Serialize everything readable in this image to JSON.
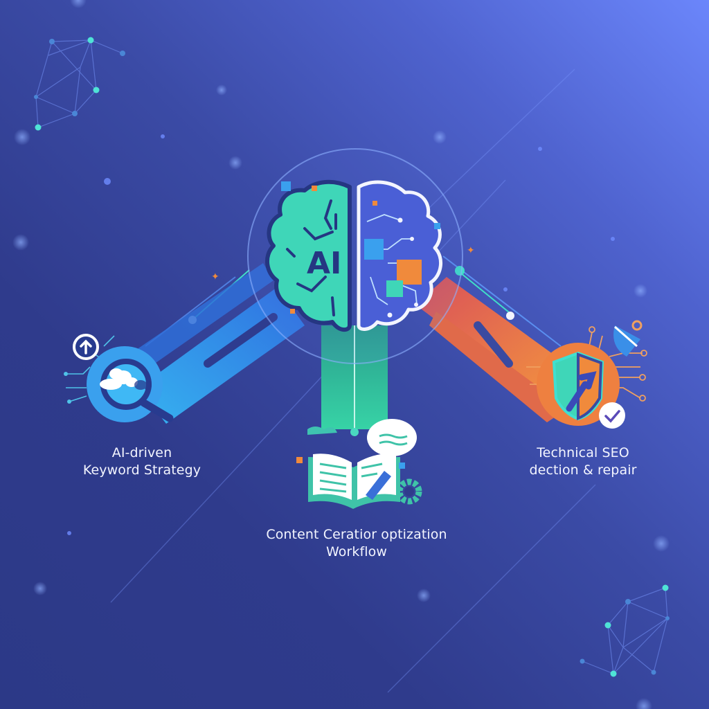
{
  "diagram": {
    "center": {
      "name": "AI brain",
      "label": "AI",
      "left_hemisphere_color": "#3fd6b8",
      "right_hemisphere_color": "#4a5fd6"
    },
    "nodes": [
      {
        "id": "keyword",
        "line1": "AI-driven",
        "line2": "Keyword Strategy",
        "icon": "magnifier-cloud-icon",
        "color": "#2f9be8"
      },
      {
        "id": "content",
        "line1": "Content Ceratior optization",
        "line2": "Workflow",
        "icon": "open-book-pen-icon",
        "color": "#2fc39a"
      },
      {
        "id": "technical",
        "line1": "Technical SEO",
        "line2": "dection & repair",
        "icon": "shield-wrench-icon",
        "color": "#f0843a"
      }
    ],
    "colors": {
      "background_top_right": "#6b86fb",
      "background_bottom_left": "#2c3987",
      "accent_teal": "#3fe0c8",
      "accent_orange": "#f08a3c",
      "accent_blue": "#3a9ef0"
    }
  }
}
